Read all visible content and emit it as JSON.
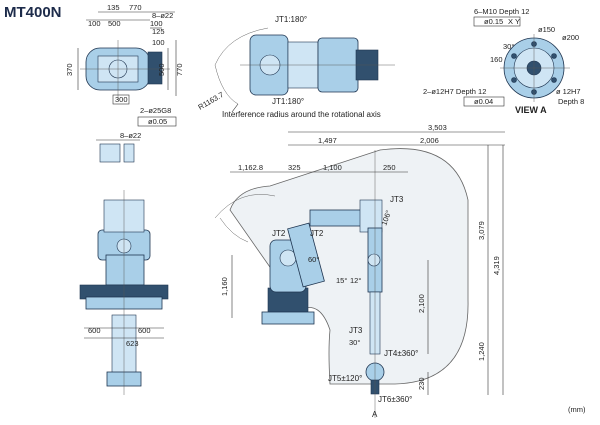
{
  "title": "MT400N",
  "unit_note": "(mm)",
  "top_left_dims": {
    "d135": "135",
    "d770a": "770",
    "d100a": "100",
    "d500a": "500",
    "d100b": "100",
    "d8d22a": "8–ø22",
    "d125": "125",
    "d100c": "100",
    "d370": "370",
    "d500b": "500",
    "d770b": "770",
    "d300": "300",
    "d25g8": "2–ø25G8",
    "tol005": "ø0.05"
  },
  "top_mid": {
    "jt1_top": "JT1:180°",
    "jt1_bottom": "JT1:180°",
    "radius": "R1163.7",
    "interference": "Interference radius around the rotational axis"
  },
  "view_a": {
    "m10": "6–M10  Depth 12",
    "tol015": "ø0.15",
    "x": "X",
    "y": "Y",
    "h12_a": "2–ø12H7  Depth 12",
    "tol004": "ø0.04",
    "h12_b": "ø  12H7",
    "depth8": "Depth 8",
    "d200": "ø200",
    "d160": "160",
    "d30": "30°",
    "d150": "ø150",
    "label": "VIEW A"
  },
  "small_detail": {
    "d8d22": "8–ø22"
  },
  "side_dims": {
    "d3503": "3,503",
    "d1497": "1,497",
    "d2006": "2,006",
    "d11628": "1,162.8",
    "d325": "325",
    "d1100": "1,100",
    "d250": "250",
    "d1160": "1,160",
    "d2100": "2,100",
    "d3079": "3,079",
    "d4319": "4,319",
    "d1240": "1,240",
    "d230": "230",
    "d600a": "600",
    "d600b": "600",
    "d623": "623"
  },
  "joints": {
    "jt2a": "JT2",
    "jt2b": "JT2",
    "jt3a": "JT3",
    "jt3b": "JT3",
    "a106": "106°",
    "a60": "60°",
    "a15": "15°",
    "a12": "12°",
    "a30": "30°",
    "jt4": "JT4±360°",
    "jt5": "JT5±120°",
    "jt6": "JT6±360°",
    "arrow_a": "A"
  }
}
